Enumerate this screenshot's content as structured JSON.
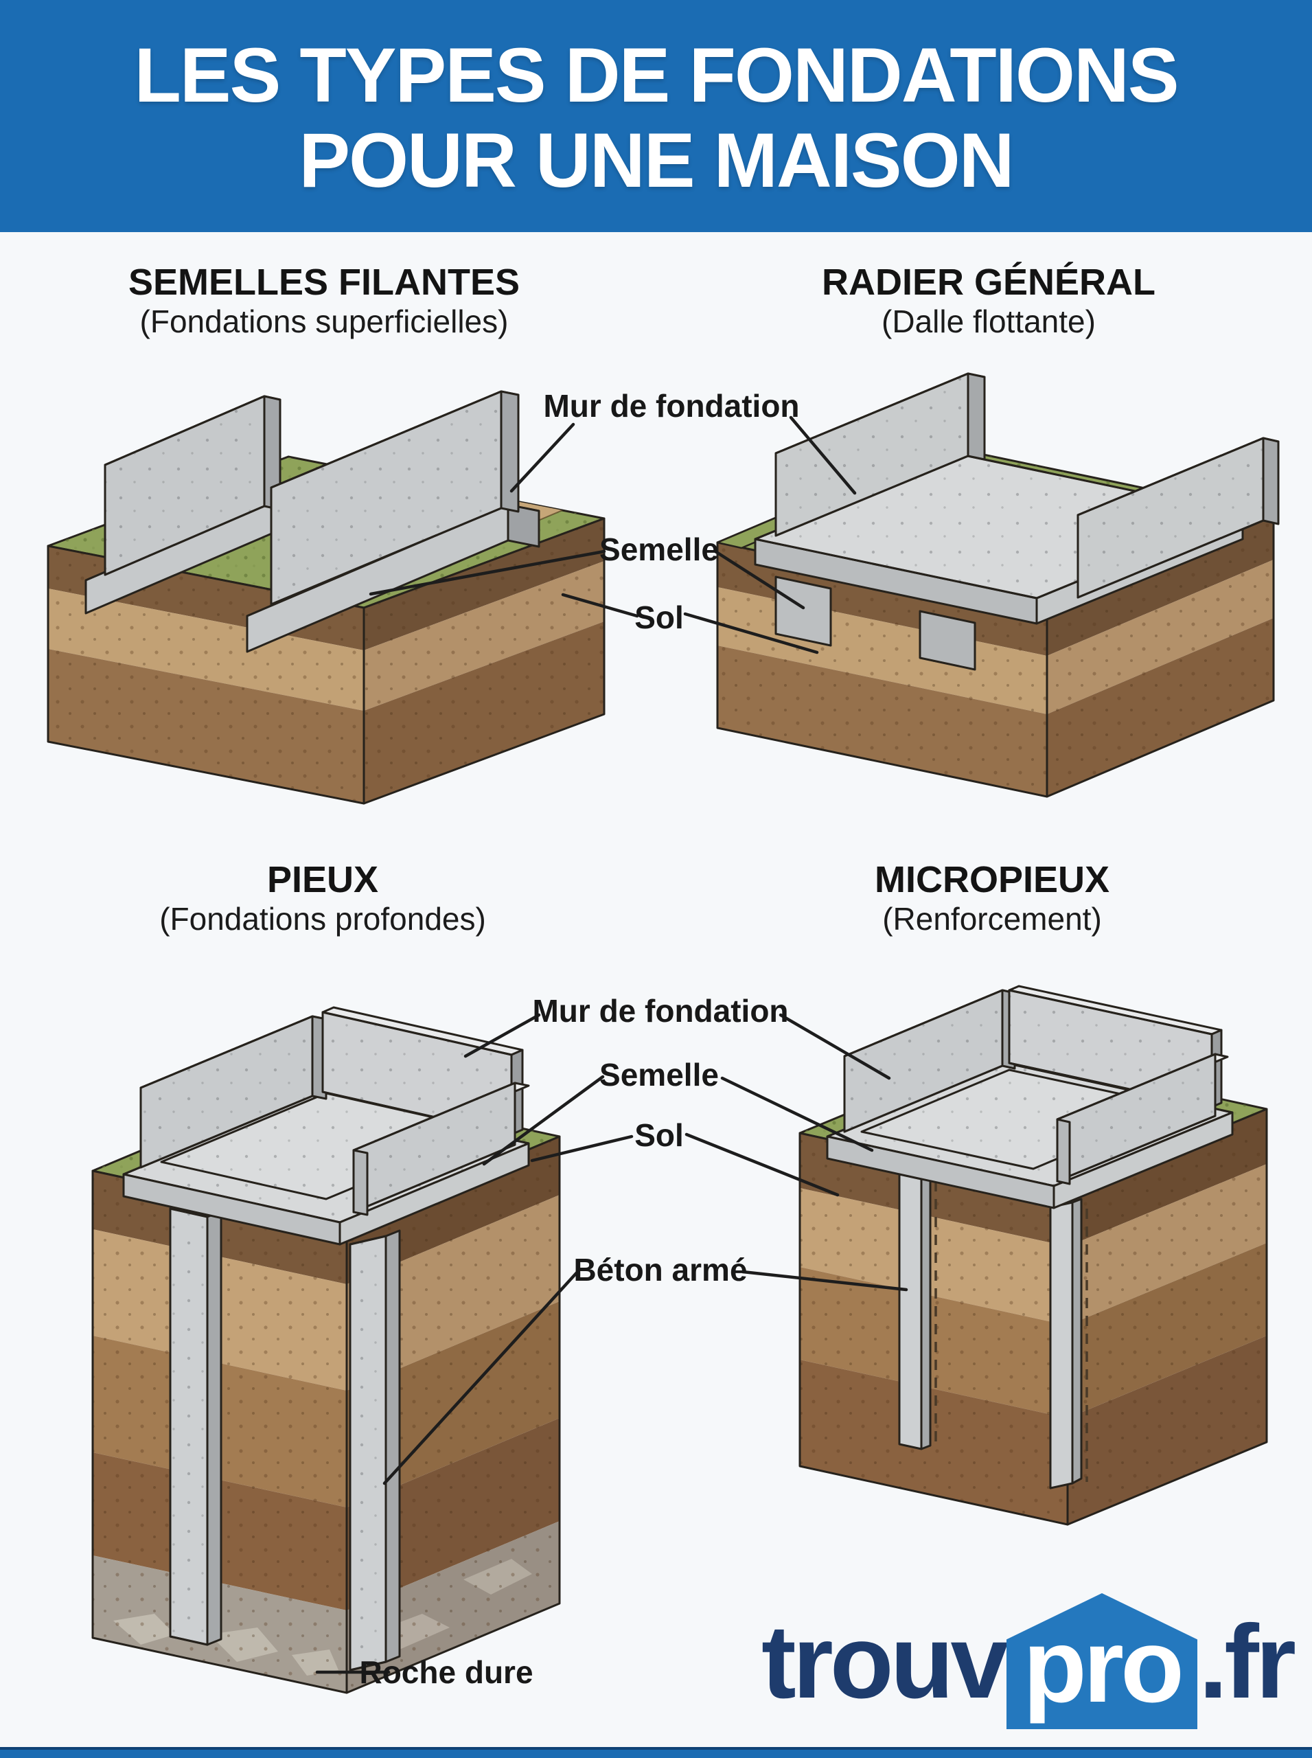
{
  "header": {
    "title_line1": "LES TYPES DE FONDATIONS",
    "title_line2": "POUR UNE MAISON"
  },
  "sections": [
    {
      "title": "SEMELLES FILANTES",
      "subtitle": "(Fondations superficielles)"
    },
    {
      "title": "RADIER GÉNÉRAL",
      "subtitle": "(Dalle flottante)"
    },
    {
      "title": "PIEUX",
      "subtitle": "(Fondations profondes)"
    },
    {
      "title": "MICROPIEUX",
      "subtitle": "(Renforcement)"
    }
  ],
  "annotations": {
    "top_mur": "Mur de fondation",
    "top_semelle": "Semelle",
    "top_sol": "Sol",
    "bottom_mur": "Mur de fondation",
    "bottom_semelle": "Semelle",
    "bottom_sol": "Sol",
    "bottom_beton": "Béton armé",
    "bottom_roche": "Roche dure"
  },
  "logo": {
    "part1": "trouv",
    "part2": "pro",
    "part3": ".fr"
  },
  "colors": {
    "header_blue": "#1b6cb3",
    "footer_blue": "#1b6cb3",
    "logo_navy": "#1e3c6d",
    "logo_house_blue": "#2478be",
    "grass_green": "#8fa35a",
    "topsoil_brown": "#7d5c3d",
    "sand_tan": "#c2a175",
    "deep_soil_brown": "#8a6240",
    "rock_grey": "#a69e93",
    "concrete_grey": "#c8cbcd",
    "label_black": "#181818"
  }
}
